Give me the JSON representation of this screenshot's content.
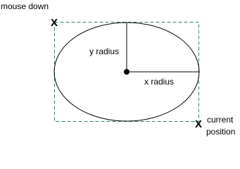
{
  "labels": {
    "mouse_down": "mouse down",
    "current_line1": "current",
    "current_line2": "position",
    "y_radius": "y radius",
    "x_radius": "x radius"
  },
  "markers": {
    "start": "X",
    "end": "X"
  },
  "colors": {
    "bounding_box": "#2e8b57",
    "ellipse": "#000000",
    "text": "#000000",
    "background": "#ffffff"
  }
}
